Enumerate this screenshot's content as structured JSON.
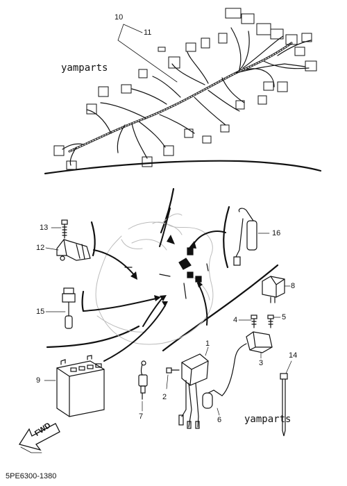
{
  "watermarks": [
    "yamparts",
    "yamparts"
  ],
  "diagram_code": "5PE6300-1380",
  "fwd_label": "FWD",
  "callouts": {
    "c1": "1",
    "c2": "2",
    "c3": "3",
    "c4": "4",
    "c5": "5",
    "c6": "6",
    "c7": "7",
    "c8": "8",
    "c9": "9",
    "c10": "10",
    "c11": "11",
    "c12": "12",
    "c13": "13",
    "c14": "14",
    "c15": "15",
    "c16": "16"
  }
}
